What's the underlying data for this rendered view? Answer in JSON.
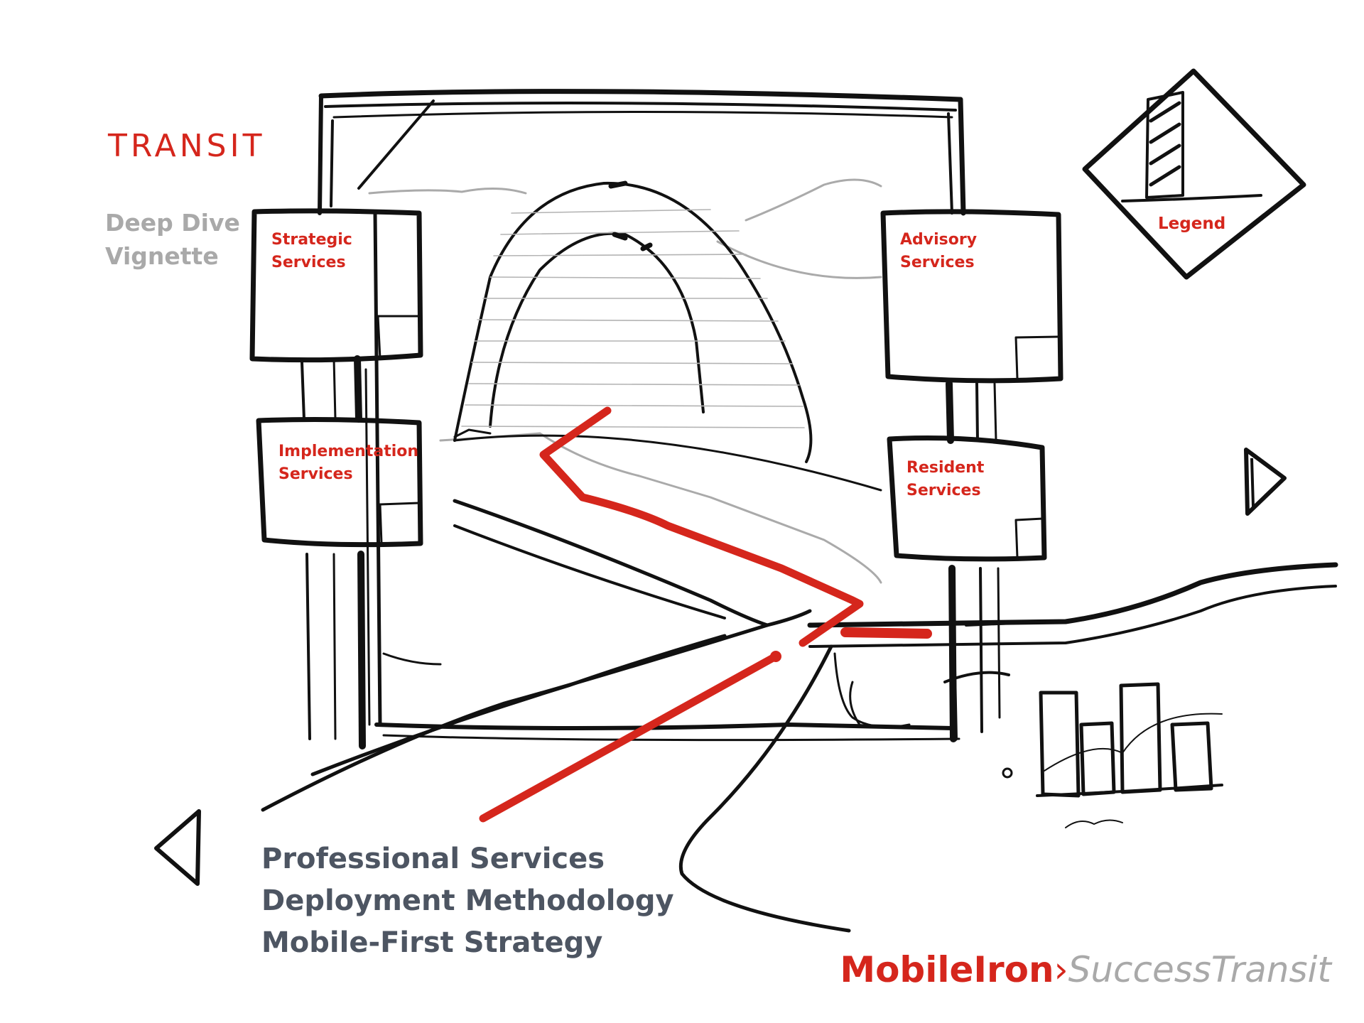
{
  "header": {
    "title": "TRANSIT",
    "subtitle_line1": "Deep Dive",
    "subtitle_line2": "Vignette"
  },
  "signs": {
    "strategic": [
      "Strategic",
      "Services"
    ],
    "implementation": [
      "Implementation",
      "Services"
    ],
    "advisory": [
      "Advisory",
      "Services"
    ],
    "resident": [
      "Resident",
      "Services"
    ]
  },
  "legend": {
    "label": "Legend"
  },
  "topics": [
    "Professional Services",
    "Deployment Methodology",
    "Mobile-First Strategy"
  ],
  "brand": {
    "part1": "MobileIron",
    "separator": "›",
    "part2": "SuccessTransit"
  },
  "nav": {
    "prev_icon": "triangle-left-icon",
    "next_icon": "triangle-right-icon"
  },
  "colors": {
    "accent": "#d5261c",
    "subtitle": "#a9a9a9",
    "body": "#4d5562",
    "ink": "#111111"
  }
}
